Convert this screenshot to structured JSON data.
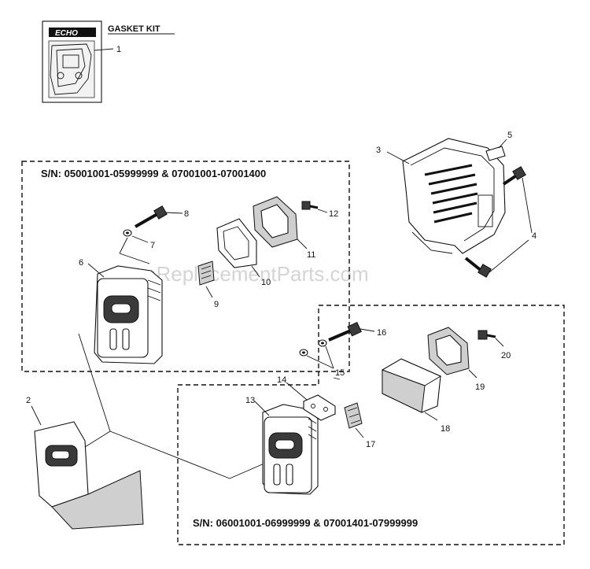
{
  "gasket_kit": {
    "title": "GASKET KIT",
    "logo": "ECHO",
    "callout": "1"
  },
  "box_top": {
    "serial": "S/N: 05001001-05999999 & 07001001-07001400"
  },
  "box_bottom": {
    "serial": "S/N: 06001001-06999999 & 07001401-07999999"
  },
  "watermark": "eReplacementParts.com",
  "callouts": [
    "2",
    "3",
    "4",
    "5",
    "6",
    "7",
    "8",
    "9",
    "10",
    "11",
    "12",
    "13",
    "14",
    "15",
    "16",
    "17",
    "18",
    "19",
    "20"
  ]
}
